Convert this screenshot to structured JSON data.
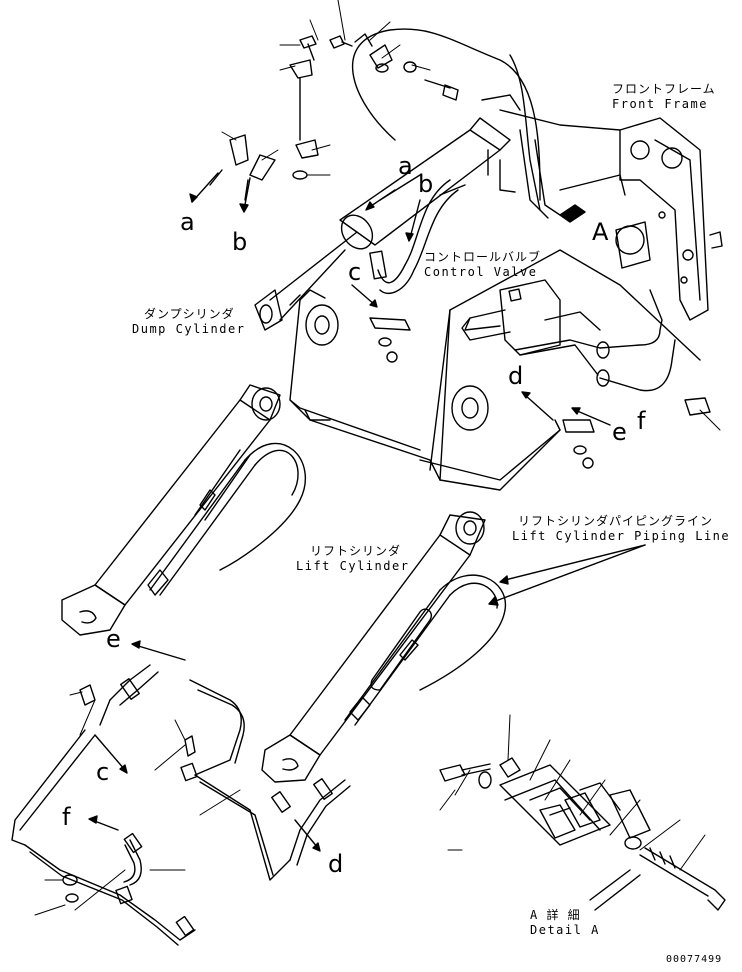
{
  "labels": {
    "front_frame_jp": "フロントフレーム",
    "front_frame_en": "Front Frame",
    "control_valve_jp": "コントロールバルブ",
    "control_valve_en": "Control Valve",
    "dump_cylinder_jp": "ダンプシリンダ",
    "dump_cylinder_en": "Dump Cylinder",
    "lift_cylinder_jp": "リフトシリンダ",
    "lift_cylinder_en": "Lift Cylinder",
    "lift_piping_jp": "リフトシリンダパイピングライン",
    "lift_piping_en": "Lift Cylinder Piping Line",
    "detail_jp": "A 詳 細",
    "detail_en": "Detail A"
  },
  "callouts": {
    "a": "a",
    "b": "b",
    "c": "c",
    "d": "d",
    "e": "e",
    "f": "f",
    "A": "A"
  },
  "figure_number": "00077499"
}
